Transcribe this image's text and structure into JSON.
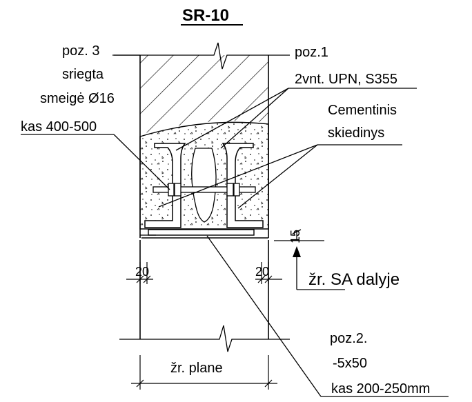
{
  "title": "SR-10",
  "left_callout": {
    "line1": "poz. 3",
    "line2": "sriegta",
    "line3": "smeigė Ø16",
    "line4": "kas 400-500"
  },
  "right_callout": {
    "line1": "poz.1",
    "line2": "2vnt. UPN, S355"
  },
  "mortar_callout": {
    "line1": "Cementinis",
    "line2": "skiedinys"
  },
  "plate_callout": {
    "line1": "poz.2.",
    "line2": "-5x50",
    "line3": "kas 200-250mm"
  },
  "dimensions": {
    "left_offset": "20",
    "right_offset": "20",
    "level_value": "15",
    "width_ref": "žr. plane"
  },
  "section_ref": "žr. SA dalyje",
  "colors": {
    "line": "#000000",
    "background": "#ffffff"
  }
}
